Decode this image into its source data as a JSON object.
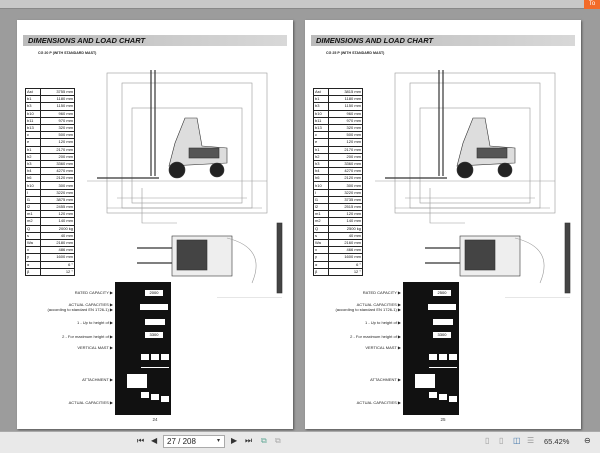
{
  "viewer": {
    "page_field": "27 / 208",
    "zoom": "65.42%",
    "badge": "To",
    "accent": "#f26b2a"
  },
  "pages": [
    {
      "header": "DIMENSIONS AND LOAD CHART",
      "subtitle": "CG 20 P (WITH STANDARD MAST)",
      "page_number": "24",
      "specs": [
        [
          "Ast",
          "3755 mm"
        ],
        [
          "b1",
          "1180 mm"
        ],
        [
          "b3",
          "1150 mm"
        ],
        [
          "b10",
          "960 mm"
        ],
        [
          "b11",
          "970 mm"
        ],
        [
          "b13",
          "320 mm"
        ],
        [
          "c",
          "500 mm"
        ],
        [
          "e",
          "120 mm"
        ],
        [
          "h1",
          "2170 mm"
        ],
        [
          "h2",
          "200 mm"
        ],
        [
          "h3",
          "3360 mm"
        ],
        [
          "h4",
          "4270 mm"
        ],
        [
          "h6",
          "2120 mm"
        ],
        [
          "h10",
          "300 mm"
        ],
        [
          "l",
          "3220 mm"
        ],
        [
          "l1",
          "3875 mm"
        ],
        [
          "l2",
          "2455 mm"
        ],
        [
          "m1",
          "120 mm"
        ],
        [
          "m2",
          "140 mm"
        ],
        [
          "Q",
          "2000 kg"
        ],
        [
          "s",
          "40 mm"
        ],
        [
          "Wa",
          "2180 mm"
        ],
        [
          "x",
          "486 mm"
        ],
        [
          "y",
          "1600 mm"
        ],
        [
          "α",
          "6 °"
        ],
        [
          "β",
          "12 °"
        ]
      ],
      "plate": {
        "rated": "2000",
        "max_height": "3300"
      }
    },
    {
      "header": "DIMENSIONS AND LOAD CHART",
      "subtitle": "CG 25 P (WITH STANDARD MAST)",
      "page_number": "25",
      "specs": [
        [
          "Ast",
          "3815 mm"
        ],
        [
          "b1",
          "1180 mm"
        ],
        [
          "b3",
          "1150 mm"
        ],
        [
          "b10",
          "960 mm"
        ],
        [
          "b11",
          "970 mm"
        ],
        [
          "b13",
          "320 mm"
        ],
        [
          "c",
          "500 mm"
        ],
        [
          "e",
          "120 mm"
        ],
        [
          "h1",
          "2170 mm"
        ],
        [
          "h2",
          "200 mm"
        ],
        [
          "h3",
          "3360 mm"
        ],
        [
          "h4",
          "4270 mm"
        ],
        [
          "h6",
          "2120 mm"
        ],
        [
          "h10",
          "300 mm"
        ],
        [
          "l",
          "3220 mm"
        ],
        [
          "l1",
          "3735 mm"
        ],
        [
          "l2",
          "2515 mm"
        ],
        [
          "m1",
          "120 mm"
        ],
        [
          "m2",
          "140 mm"
        ],
        [
          "Q",
          "2500 kg"
        ],
        [
          "s",
          "40 mm"
        ],
        [
          "Wa",
          "2160 mm"
        ],
        [
          "x",
          "466 mm"
        ],
        [
          "y",
          "1600 mm"
        ],
        [
          "α",
          "6 °"
        ],
        [
          "β",
          "12 °"
        ]
      ],
      "plate": {
        "rated": "2500",
        "max_height": "3300"
      }
    }
  ],
  "plate_labels": [
    "RATED CAPACITY",
    "ACTUAL CAPACITIES",
    "(according to standard EN 1726-1)",
    "1 - Up to height of",
    "2 - For maximum height of",
    "VERTICAL MAST",
    "ATTACHMENT",
    "ACTUAL CAPACITIES"
  ]
}
